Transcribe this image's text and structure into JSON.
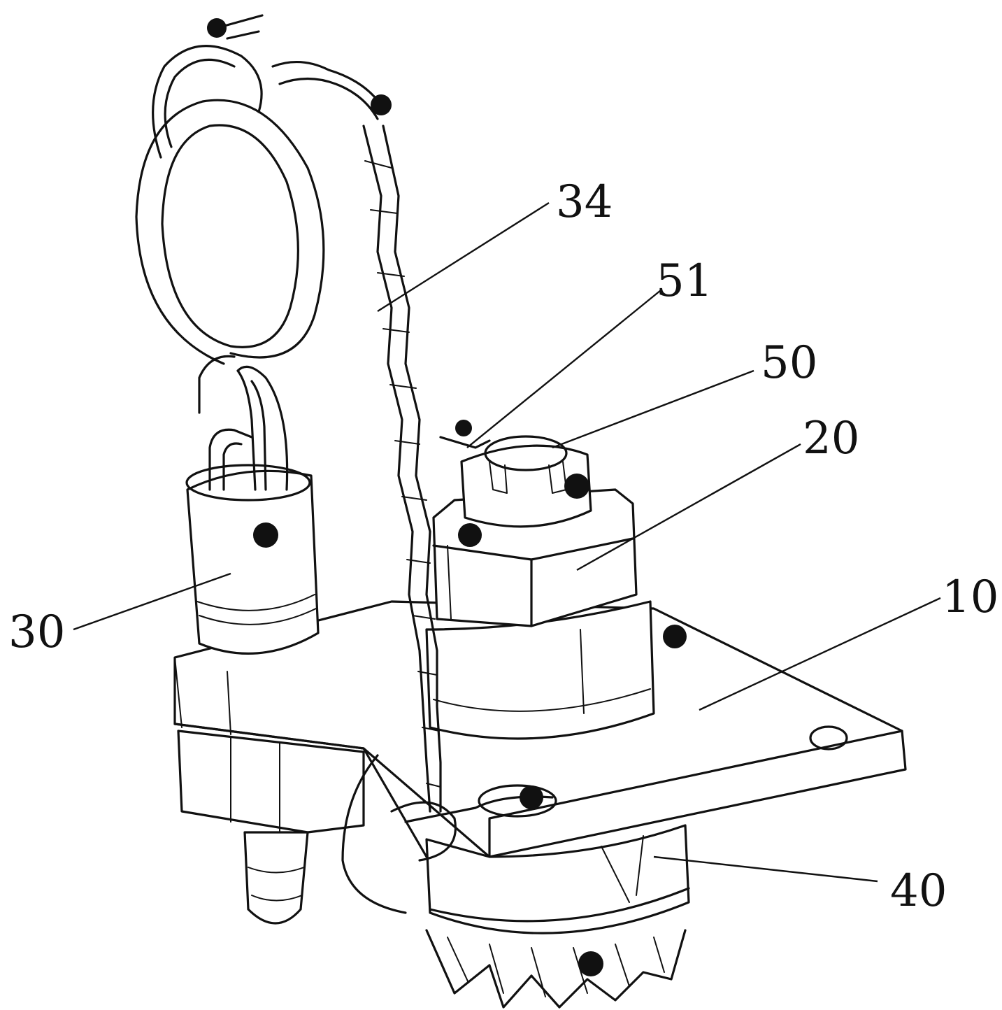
{
  "figure": {
    "labels": [
      {
        "id": "34",
        "text": "34"
      },
      {
        "id": "51",
        "text": "51"
      },
      {
        "id": "50",
        "text": "50"
      },
      {
        "id": "20",
        "text": "20"
      },
      {
        "id": "30",
        "text": "30"
      },
      {
        "id": "10",
        "text": "10"
      },
      {
        "id": "40",
        "text": "40"
      }
    ]
  }
}
